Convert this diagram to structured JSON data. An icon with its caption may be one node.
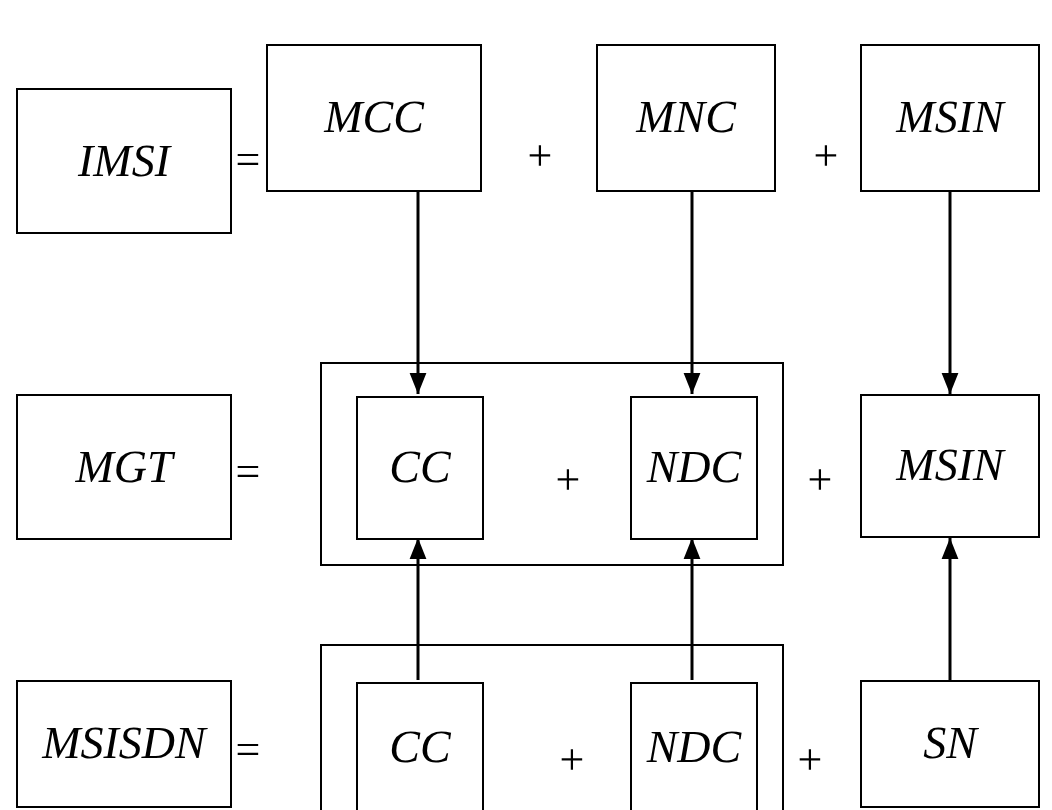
{
  "diagram": {
    "nodes": [
      {
        "text": [
          "IMSI"
        ]
      },
      {
        "text": [
          "MCC"
        ]
      },
      {
        "text": [
          "MNC"
        ]
      },
      {
        "text": [
          "MSIN"
        ]
      },
      {
        "text": [
          "MGT"
        ]
      },
      {
        "text": [],
        "shape": "box"
      },
      {
        "text": [
          "CC"
        ],
        "in": 5
      },
      {
        "text": [
          "NDC"
        ],
        "in": 5
      },
      {
        "text": [
          "MSIN"
        ]
      },
      {
        "text": [
          "MSISDN"
        ]
      },
      {
        "text": [],
        "shape": "box"
      },
      {
        "text": [
          "CC"
        ],
        "in": 10
      },
      {
        "text": [
          "NDC"
        ],
        "in": 10
      },
      {
        "text": [
          "SN"
        ]
      }
    ],
    "edges": [
      {
        "from": 1,
        "to": 6,
        "arrow": "to"
      },
      {
        "from": 2,
        "to": 7,
        "arrow": "to"
      },
      {
        "from": 3,
        "to": 8,
        "arrow": "to"
      },
      {
        "from": 11,
        "to": 6,
        "arrow": "to"
      },
      {
        "from": 12,
        "to": 7,
        "arrow": "to"
      },
      {
        "from": 13,
        "to": 8,
        "arrow": "to"
      }
    ],
    "labels": [
      "=",
      "+",
      "+",
      "=",
      "+",
      "+",
      "=",
      "+",
      "+"
    ]
  }
}
